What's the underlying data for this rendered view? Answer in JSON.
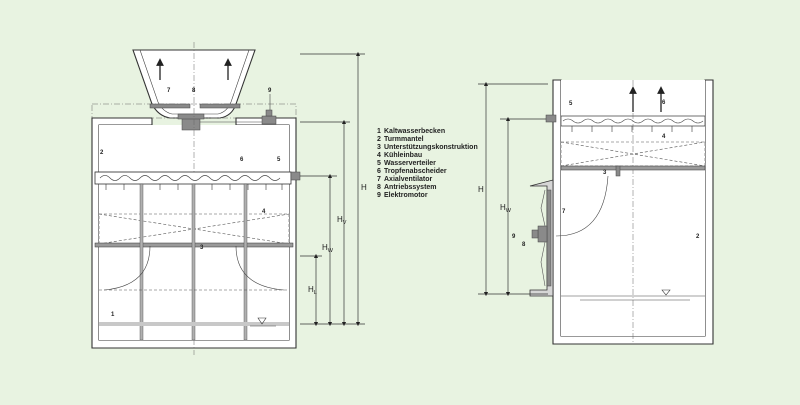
{
  "legend": [
    {
      "num": "1",
      "text": "Kaltwasserbecken"
    },
    {
      "num": "2",
      "text": "Turmmantel"
    },
    {
      "num": "3",
      "text": "Unterstützungskonstruktion"
    },
    {
      "num": "4",
      "text": "Kühleinbau"
    },
    {
      "num": "5",
      "text": "Wasserverteiler"
    },
    {
      "num": "6",
      "text": "Tropfenabscheider"
    },
    {
      "num": "7",
      "text": "Axialventilator"
    },
    {
      "num": "8",
      "text": "Antriebssystem"
    },
    {
      "num": "9",
      "text": "Elektromotor"
    }
  ],
  "left_diagram": {
    "callouts": {
      "c1": "1",
      "c2": "2",
      "c3": "3",
      "c4": "4",
      "c5": "5",
      "c6": "6",
      "c7": "7",
      "c8": "8",
      "c9": "9"
    },
    "dims": {
      "H": "H",
      "HV": "H",
      "HV_sub": "V",
      "HW": "H",
      "HW_sub": "W",
      "HL": "H",
      "HL_sub": "L"
    }
  },
  "right_diagram": {
    "callouts": {
      "c2": "2",
      "c3": "3",
      "c4": "4",
      "c5": "5",
      "c6": "6",
      "c7": "7",
      "c8": "8",
      "c9": "9"
    },
    "dims": {
      "H": "H",
      "HW": "H",
      "HW_sub": "W"
    }
  },
  "colors": {
    "background": "#e8f3e1",
    "wall": "#ffffff",
    "line": "#333333"
  }
}
